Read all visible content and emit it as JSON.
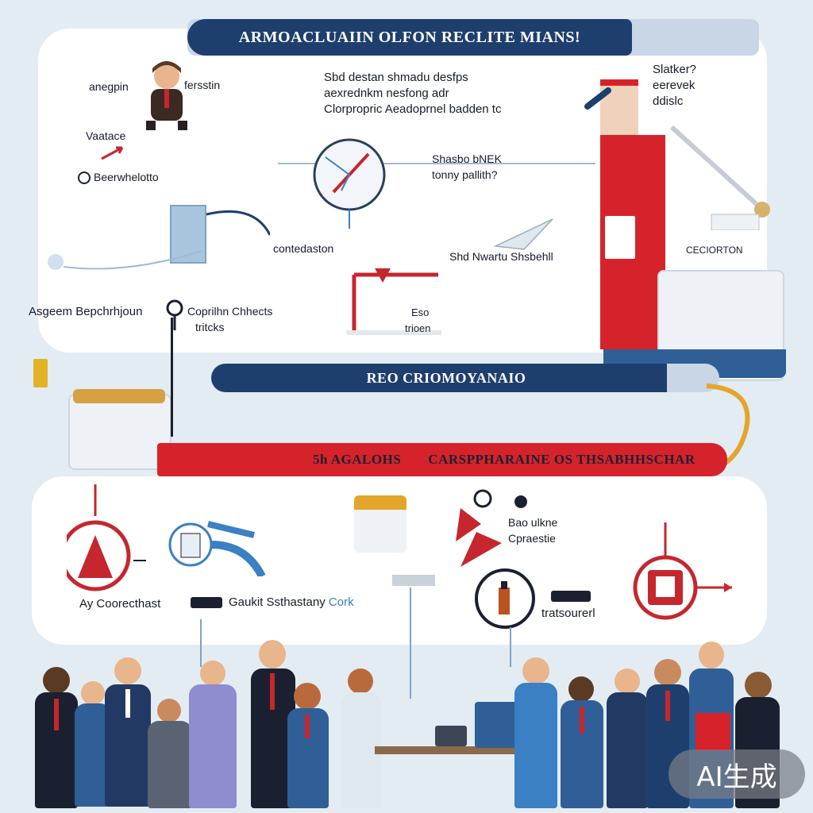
{
  "title_banner": "ARMOACLUAIIN OLFON RECLITE MIANS!",
  "top_panel": {
    "labels": {
      "anagon": "anegpin",
      "fersin": "fersstin",
      "vatace": "Vaatace",
      "beerwhelotto": "Beerwhelotto",
      "center_text_line1": "Sbd destan shmadu desfps",
      "center_text_line2": "aexrednkm nesfong adr",
      "center_text_line3": "Clorpropric Aeadoprnel badden tc",
      "shasbo_line1": "Shasbo bNEK",
      "shasbo_line2": "tonny pallith?",
      "contedaston": "contedaston",
      "shd_nwartu": "Shd Nwartu Shsbehll",
      "asgeem": "Asgeem Bepchrhjoun",
      "coprilhn_line1": "Coprilhn Chhects",
      "coprilhn_line2": "tritcks",
      "eso_line1": "Eso",
      "eso_line2": "trioen",
      "right_line1": "Slatker?",
      "right_line2": "eerevek",
      "right_line3": "ddislc",
      "ceciorton": "CECIORTON"
    }
  },
  "mid_banner": "REO CRIOMOYANAIO",
  "red_banner": {
    "left": "5h AGALOHS",
    "right": "CARSPPHARAINE OS THSABHHSCHAR"
  },
  "bottom_panel": {
    "labels": {
      "ay_coorecthast": "Ay Coorecthast",
      "gaukt": "Gaukit Ssthastany",
      "cork": "Cork",
      "bao_line1": "Bao ulkne",
      "bao_line2": "Cpraestie",
      "tratsourer": "tratsourerl"
    }
  },
  "watermark": "AI生成",
  "colors": {
    "navy": "#1e3f6e",
    "red": "#d6232b",
    "panel": "#ffffff",
    "background": "#e3ecf3",
    "blue": "#3b7fc4"
  }
}
